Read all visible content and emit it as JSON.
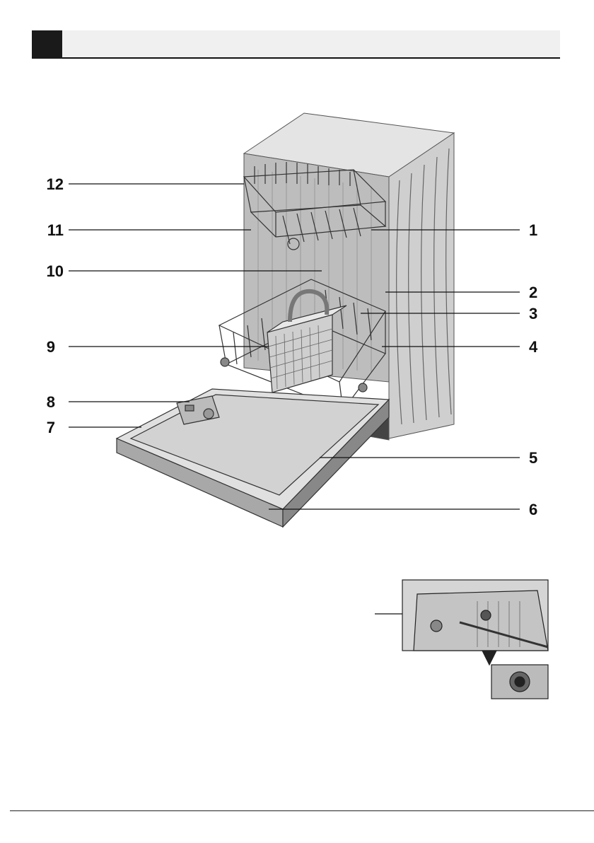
{
  "callouts": {
    "n1": "1",
    "n2": "2",
    "n3": "3",
    "n4": "4",
    "n5": "5",
    "n6": "6",
    "n7": "7",
    "n8": "8",
    "n9": "9",
    "n10": "10",
    "n11": "11",
    "n12": "12"
  },
  "colors": {
    "header_square": "#1a1a1a",
    "header_bar": "#f0f0f0",
    "cabinet": "#d8d8d8",
    "line": "#111111"
  }
}
